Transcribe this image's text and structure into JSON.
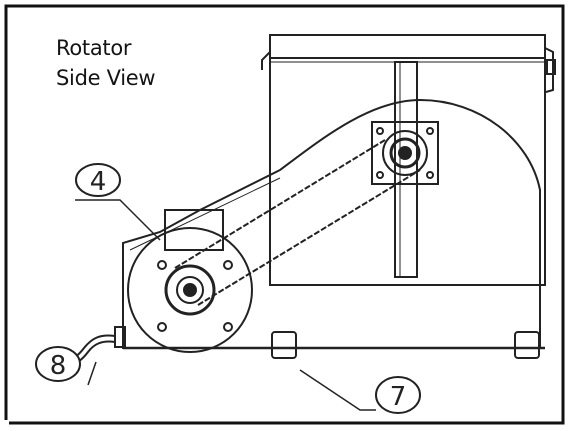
{
  "title": {
    "line1": "Rotator",
    "line2": "Side View"
  },
  "callouts": {
    "motor": "4",
    "cord": "8",
    "foot": "7"
  },
  "colors": {
    "frame": "#111111",
    "line": "#222222",
    "paper": "#ffffff"
  }
}
